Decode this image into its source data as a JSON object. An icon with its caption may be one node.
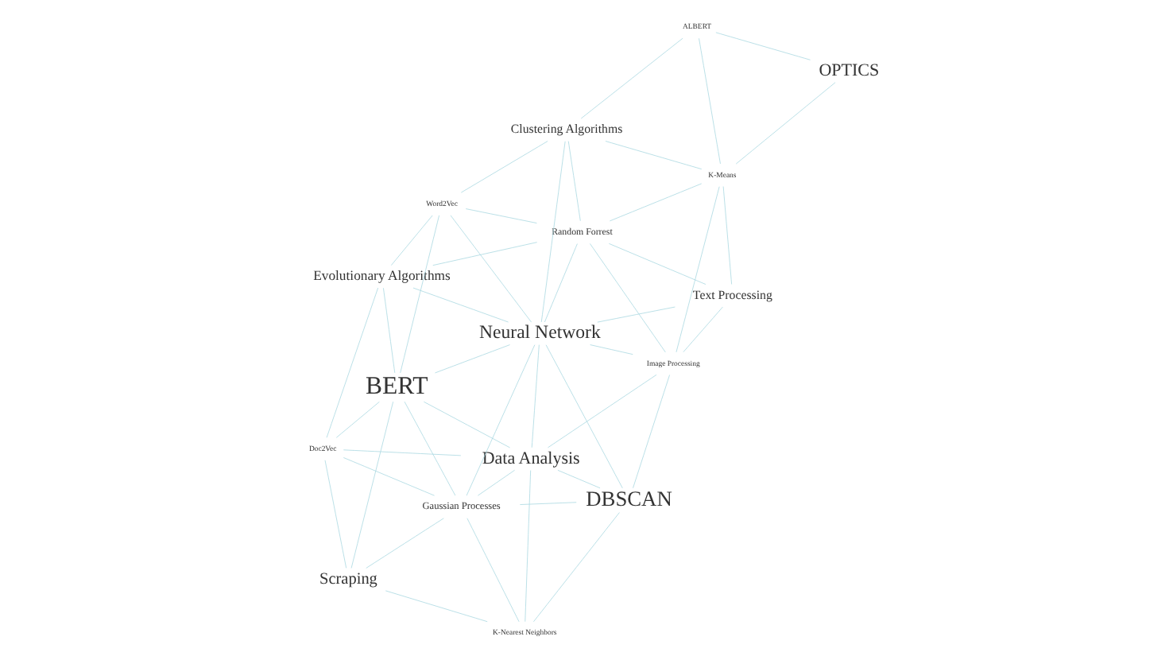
{
  "diagram": {
    "nodes": [
      {
        "text": [
          "Evolutionary Algorithms"
        ]
      },
      {
        "text": [
          "Doc2Vec"
        ]
      },
      {
        "text": [
          "Word2Vec"
        ]
      },
      {
        "text": [
          "BERT"
        ]
      },
      {
        "text": [
          "Scraping"
        ]
      },
      {
        "text": [
          "Clustering Algorithms"
        ]
      },
      {
        "text": [
          "Gaussian Processes"
        ]
      },
      {
        "text": [
          "ALBERT"
        ]
      },
      {
        "text": [
          "Neural Network"
        ]
      },
      {
        "text": [
          "K-Nearest Neighbors"
        ]
      },
      {
        "text": [
          "OPTICS"
        ]
      },
      {
        "text": [
          "Random Forrest"
        ]
      },
      {
        "text": [
          "Data Analysis"
        ]
      },
      {
        "text": [
          "K-Means"
        ]
      },
      {
        "text": [
          "Image Processing"
        ]
      },
      {
        "text": [
          "Text Processing"
        ]
      },
      {
        "text": [
          "DBSCAN"
        ]
      }
    ],
    "edges": [
      {
        "from": 0,
        "to": 1,
        "arrow": "none"
      },
      {
        "from": 0,
        "to": 2,
        "arrow": "none"
      },
      {
        "from": 0,
        "to": 3,
        "arrow": "none"
      },
      {
        "from": 0,
        "to": 8,
        "arrow": "none"
      },
      {
        "from": 0,
        "to": 11,
        "arrow": "none"
      },
      {
        "from": 1,
        "to": 3,
        "arrow": "none"
      },
      {
        "from": 1,
        "to": 4,
        "arrow": "none"
      },
      {
        "from": 1,
        "to": 6,
        "arrow": "none"
      },
      {
        "from": 1,
        "to": 12,
        "arrow": "none"
      },
      {
        "from": 2,
        "to": 3,
        "arrow": "none"
      },
      {
        "from": 2,
        "to": 5,
        "arrow": "none"
      },
      {
        "from": 2,
        "to": 8,
        "arrow": "none"
      },
      {
        "from": 2,
        "to": 11,
        "arrow": "none"
      },
      {
        "from": 3,
        "to": 4,
        "arrow": "none"
      },
      {
        "from": 3,
        "to": 6,
        "arrow": "none"
      },
      {
        "from": 3,
        "to": 8,
        "arrow": "none"
      },
      {
        "from": 3,
        "to": 12,
        "arrow": "none"
      },
      {
        "from": 4,
        "to": 6,
        "arrow": "none"
      },
      {
        "from": 4,
        "to": 9,
        "arrow": "none"
      },
      {
        "from": 5,
        "to": 7,
        "arrow": "none"
      },
      {
        "from": 5,
        "to": 8,
        "arrow": "none"
      },
      {
        "from": 5,
        "to": 11,
        "arrow": "none"
      },
      {
        "from": 5,
        "to": 13,
        "arrow": "none"
      },
      {
        "from": 6,
        "to": 8,
        "arrow": "none"
      },
      {
        "from": 6,
        "to": 9,
        "arrow": "none"
      },
      {
        "from": 6,
        "to": 12,
        "arrow": "none"
      },
      {
        "from": 6,
        "to": 16,
        "arrow": "none"
      },
      {
        "from": 7,
        "to": 10,
        "arrow": "none"
      },
      {
        "from": 7,
        "to": 13,
        "arrow": "none"
      },
      {
        "from": 8,
        "to": 11,
        "arrow": "none"
      },
      {
        "from": 8,
        "to": 12,
        "arrow": "none"
      },
      {
        "from": 8,
        "to": 14,
        "arrow": "none"
      },
      {
        "from": 8,
        "to": 15,
        "arrow": "none"
      },
      {
        "from": 8,
        "to": 16,
        "arrow": "none"
      },
      {
        "from": 9,
        "to": 12,
        "arrow": "none"
      },
      {
        "from": 9,
        "to": 16,
        "arrow": "none"
      },
      {
        "from": 10,
        "to": 13,
        "arrow": "none"
      },
      {
        "from": 11,
        "to": 13,
        "arrow": "none"
      },
      {
        "from": 11,
        "to": 14,
        "arrow": "none"
      },
      {
        "from": 11,
        "to": 15,
        "arrow": "none"
      },
      {
        "from": 12,
        "to": 14,
        "arrow": "none"
      },
      {
        "from": 12,
        "to": 16,
        "arrow": "none"
      },
      {
        "from": 13,
        "to": 14,
        "arrow": "none"
      },
      {
        "from": 13,
        "to": 15,
        "arrow": "none"
      },
      {
        "from": 14,
        "to": 15,
        "arrow": "none"
      },
      {
        "from": 14,
        "to": 16,
        "arrow": "none"
      }
    ]
  }
}
